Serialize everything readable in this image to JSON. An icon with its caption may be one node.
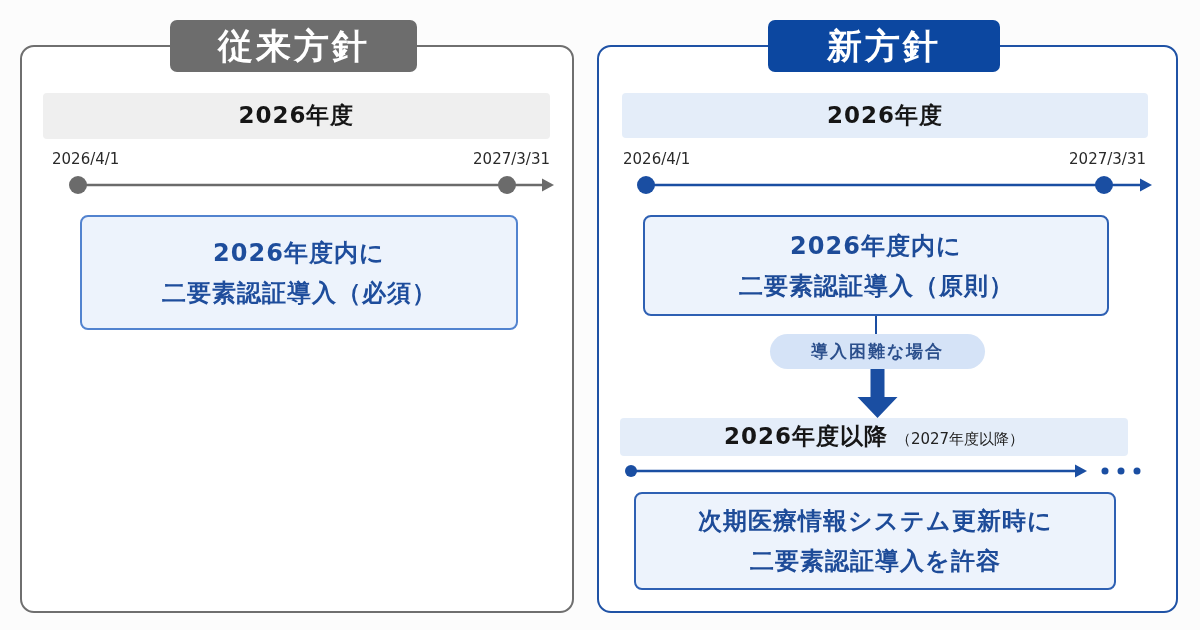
{
  "diagram": {
    "nodes": [
      {
        "text": [
          "従来方針"
        ]
      },
      {
        "text": [
          "2026年度"
        ],
        "in": 0
      },
      {
        "text": [
          "2026年度内に二要素認証導入（必須）"
        ],
        "in": 0
      },
      {
        "text": [
          "新方針"
        ]
      },
      {
        "text": [
          "2026年度"
        ],
        "in": 3
      },
      {
        "text": [
          "2026年度内に二要素認証導入（原則）"
        ],
        "in": 3
      },
      {
        "text": [
          "導入困難な場合"
        ],
        "in": 3
      },
      {
        "text": [
          "2026年度以降",
          "（2027年度以降）"
        ],
        "in": 3
      },
      {
        "text": [
          "次期医療情報システム更新時に二要素認証導入を許容"
        ],
        "in": 3
      }
    ],
    "edges": [
      {
        "from": 5,
        "to": 6,
        "arrow": "none"
      },
      {
        "from": 6,
        "to": 7,
        "arrow": "to",
        "style": "thick"
      }
    ],
    "labels": [
      "2026/4/1",
      "2027/3/31",
      "2026/4/1",
      "2027/3/31"
    ]
  }
}
